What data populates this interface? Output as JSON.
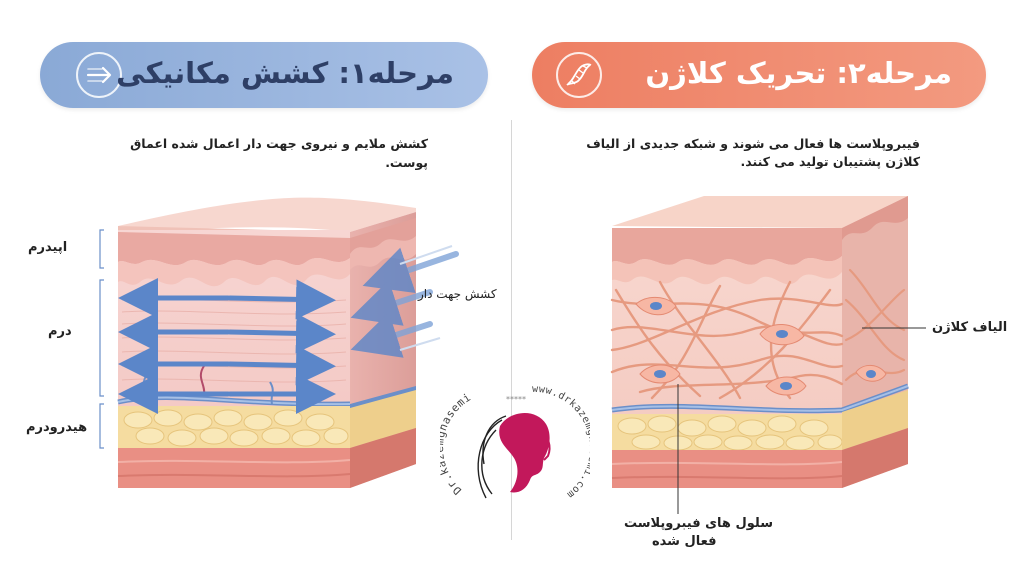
{
  "stage1": {
    "title": "مرحله۱: کشش مکانیکی",
    "icon": "arrow-right-icon",
    "description": "کشش ملایم و نیروی جهت دار اعمال شده اعماق پوست.",
    "labels": {
      "epidermis": "اپیدرم",
      "dermis": "درم",
      "hypodermis": "هیدرودرم",
      "directional_stretch": "کشش جهت دار"
    }
  },
  "stage2": {
    "title": "مرحله۲: تحریک کلاژن",
    "icon": "dna-icon",
    "description_line1": "فیبروپلاست ها فعال می شوند و شبکه جدیدی از الیاف",
    "description_line2": "کلاژن پشتیبان تولید می کنند.",
    "labels": {
      "collagen_fibers": "الیاف کلاژن",
      "fibroblast_line1": "سلول های فیبروپلاست",
      "fibroblast_line2": "فعال شده"
    }
  },
  "watermark": {
    "name": "Dr.kazemghasemi",
    "url": "www.drkazemghasemi.com",
    "stars": "*****"
  },
  "colors": {
    "stage1_pill": "#8aa9d6",
    "stage2_pill": "#ed7e62",
    "skin_pink": "#f4c2c2",
    "fat_yellow": "#f3d58f",
    "arrow_blue": "#6f9ad6",
    "brand_magenta": "#c2185b"
  }
}
